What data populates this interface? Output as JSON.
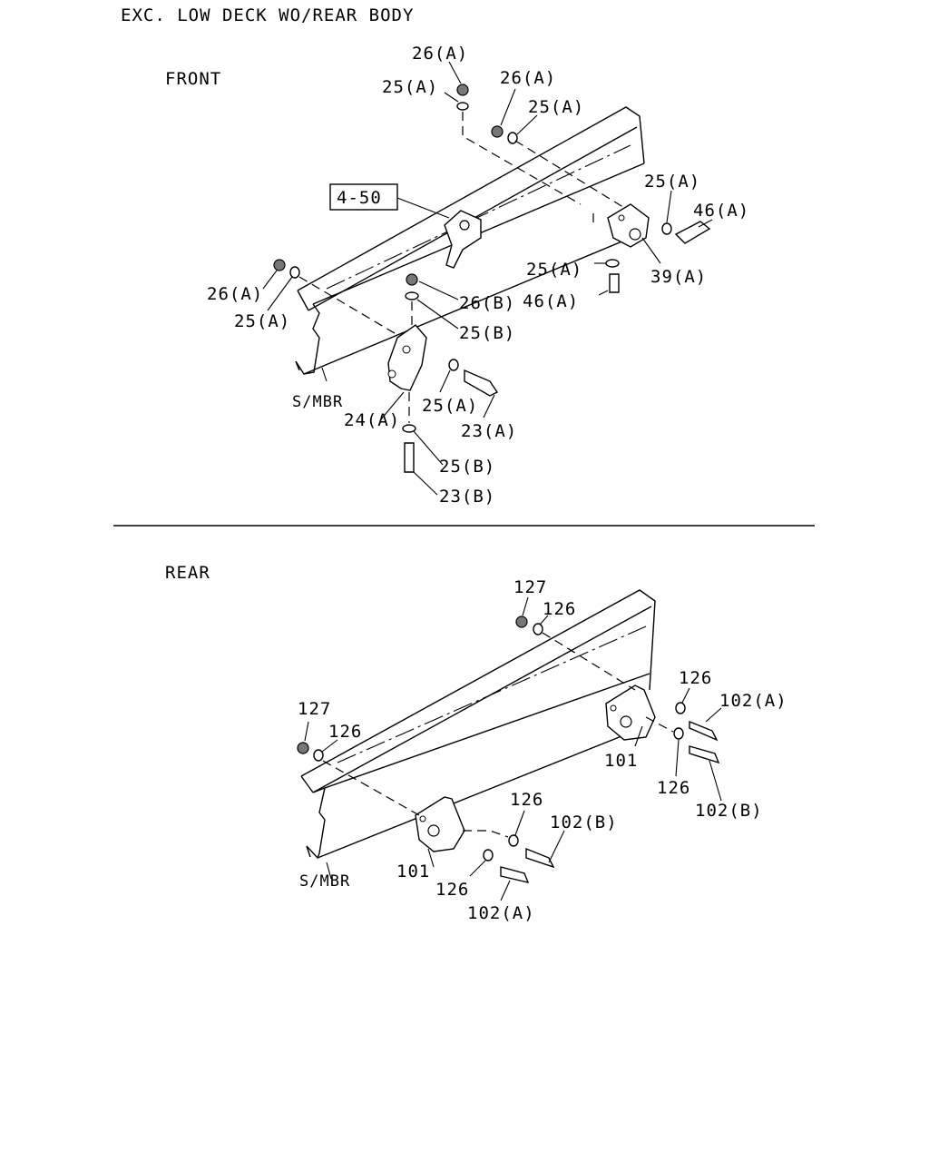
{
  "header": {
    "title": "EXC. LOW DECK WO/REAR BODY"
  },
  "front": {
    "section_label": "FRONT",
    "ref_box": "4-50",
    "frame_label": "S/MBR",
    "callouts": {
      "c1": "26(A)",
      "c2": "25(A)",
      "c3": "26(A)",
      "c4": "25(A)",
      "c5": "25(A)",
      "c6": "46(A)",
      "c7": "25(A)",
      "c8": "39(A)",
      "c9": "46(A)",
      "c10": "26(A)",
      "c11": "25(A)",
      "c12": "26(B)",
      "c13": "25(B)",
      "c14": "25(A)",
      "c15": "23(A)",
      "c16": "24(A)",
      "c17": "25(B)",
      "c18": "23(B)"
    }
  },
  "rear": {
    "section_label": "REAR",
    "frame_label": "S/MBR",
    "callouts": {
      "r1": "127",
      "r2": "126",
      "r3": "126",
      "r4": "102(A)",
      "r5": "127",
      "r6": "126",
      "r7": "101",
      "r8": "126",
      "r9": "102(B)",
      "r10": "126",
      "r11": "102(B)",
      "r12": "101",
      "r13": "126",
      "r14": "102(A)"
    }
  }
}
